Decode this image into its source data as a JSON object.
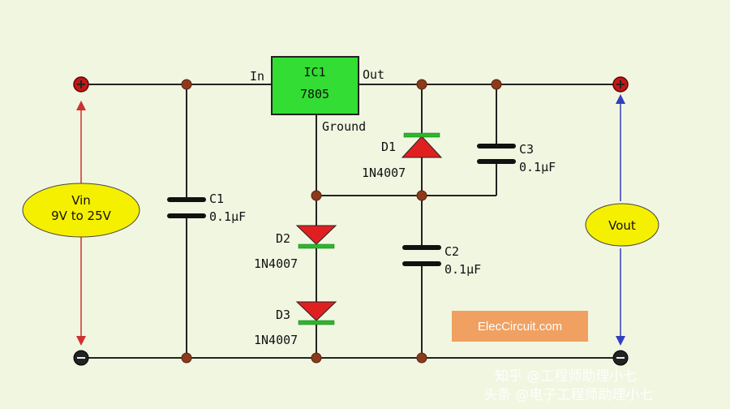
{
  "ic": {
    "ref": "IC1",
    "part": "7805",
    "pin_in": "In",
    "pin_out": "Out",
    "pin_ground": "Ground"
  },
  "input_label": {
    "line1": "Vin",
    "line2": "9V to 25V"
  },
  "output_label": "Vout",
  "components": {
    "c1": {
      "ref": "C1",
      "value": "0.1µF"
    },
    "c2": {
      "ref": "C2",
      "value": "0.1µF"
    },
    "c3": {
      "ref": "C3",
      "value": "0.1µF"
    },
    "d1": {
      "ref": "D1",
      "part": "1N4007"
    },
    "d2": {
      "ref": "D2",
      "part": "1N4007"
    },
    "d3": {
      "ref": "D3",
      "part": "1N4007"
    }
  },
  "brand_box": "ElecCircuit.com",
  "watermark": {
    "line1": "知乎 @工程师助理小七",
    "line2": "头条 @电子工程师助理小七"
  },
  "colors": {
    "background": "#f1f6e1",
    "ic_fill": "#33dd33",
    "oval_fill": "#f5f000",
    "diode_red": "#e02020",
    "diode_band": "#2bb82b",
    "brand_box": "#f0a060",
    "arrow_red": "#d03030",
    "arrow_blue": "#3040c0"
  }
}
